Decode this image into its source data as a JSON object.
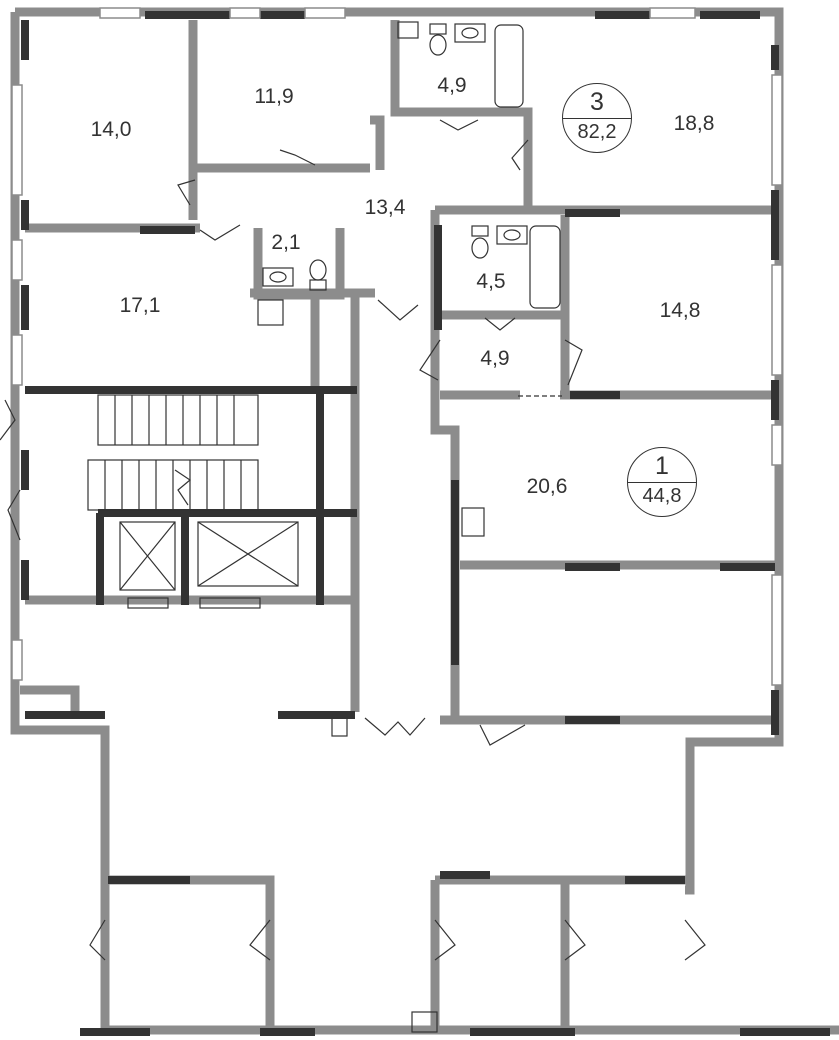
{
  "rooms": [
    {
      "label": "14,0"
    },
    {
      "label": "11,9"
    },
    {
      "label": "4,9"
    },
    {
      "label": "18,8"
    },
    {
      "label": "13,4"
    },
    {
      "label": "2,1"
    },
    {
      "label": "17,1"
    },
    {
      "label": "4,5"
    },
    {
      "label": "14,8"
    },
    {
      "label": "4,9"
    },
    {
      "label": "20,6"
    }
  ],
  "apartments": [
    {
      "rooms": "3",
      "area": "82,2"
    },
    {
      "rooms": "1",
      "area": "44,8"
    }
  ],
  "colors": {
    "wall": "#8c8c8c",
    "wall_dark": "#333333",
    "text": "#333333"
  }
}
